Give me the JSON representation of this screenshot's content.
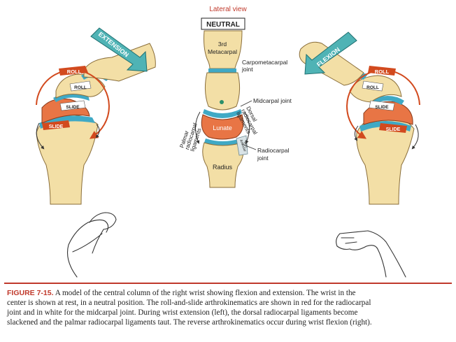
{
  "header": {
    "title": "Lateral view"
  },
  "center": {
    "neutral_label": "NEUTRAL",
    "metacarpal_label": [
      "3rd",
      "Metacarpal"
    ],
    "cmc_label": [
      "Carpometacarpal",
      "joint"
    ],
    "midcarpal_label": "Midcarpal joint",
    "dorsal_label": [
      "Dorsal",
      "radiocarpal",
      "ligaments"
    ],
    "palmar_label": [
      "Palmar",
      "radiocarpal",
      "ligaments"
    ],
    "lunate_label": "Lunate",
    "disc_label": [
      "Articular",
      "disc"
    ],
    "radius_label": "Radius",
    "radiocarpal_label": [
      "Radiocarpal",
      "joint"
    ]
  },
  "left": {
    "arrow_label": "EXTENSION",
    "roll_outer": "ROLL",
    "roll_inner": "ROLL",
    "slide_inner": "SLIDE",
    "slide_outer": "SLIDE"
  },
  "right": {
    "arrow_label": "FLEXION",
    "roll_outer": "ROLL",
    "roll_inner": "ROLL",
    "slide_inner": "SLIDE",
    "slide_outer": "SLIDE"
  },
  "colors": {
    "bone": "#f3dfa6",
    "bone_stroke": "#8a6e3a",
    "cartilage": "#3fa9c5",
    "lunate": "#e87545",
    "arrow_red": "#d24a1e",
    "arrow_teal": "#4fb3b5",
    "caption_red": "#c0392b"
  },
  "caption": {
    "label": "FIGURE 7-15.",
    "lines": [
      "A model of the central column of the right wrist showing flexion and extension. The wrist in the",
      "center is shown at rest, in a neutral position. The roll-and-slide arthrokinematics are shown in red for the radiocarpal",
      "joint and in white for the midcarpal joint. During wrist extension (left), the dorsal radiocarpal ligaments become",
      "slackened and the palmar radiocarpal ligaments taut. The reverse arthrokinematics occur during wrist flexion (right)."
    ]
  }
}
